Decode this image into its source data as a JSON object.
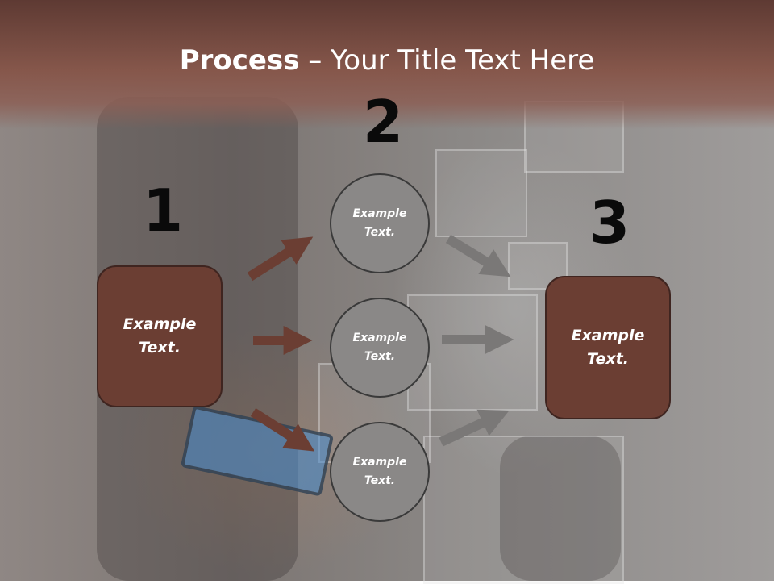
{
  "title": {
    "bold": "Process",
    "rest": " – Your Title Text Here"
  },
  "steps": [
    {
      "number": "1",
      "box_line1": "Example",
      "box_line2": "Text."
    },
    {
      "number": "2"
    },
    {
      "number": "3",
      "box_line1": "Example",
      "box_line2": "Text."
    }
  ],
  "circles": [
    {
      "line1": "Example",
      "line2": "Text."
    },
    {
      "line1": "Example",
      "line2": "Text."
    },
    {
      "line1": "Example",
      "line2": "Text."
    }
  ],
  "colors": {
    "header": "#86574b",
    "box_fill": "#6b3e33",
    "circle_fill": "#8a8887",
    "arrow_left": "#6b3e33",
    "arrow_right": "#7a7877"
  },
  "icons": [
    "arrow-icon"
  ]
}
